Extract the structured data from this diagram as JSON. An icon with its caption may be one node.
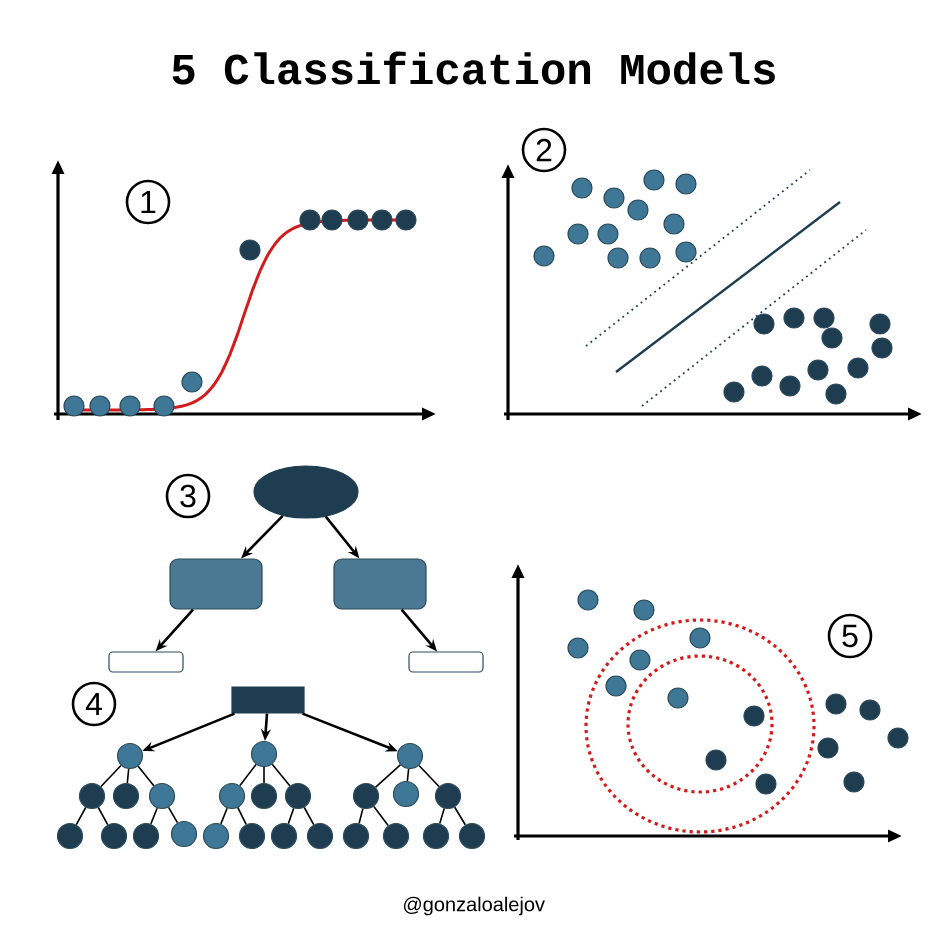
{
  "diagram": {
    "title": "5 Classification Models",
    "nodes": [
      {
        "text": [
          "1"
        ]
      },
      {
        "text": [
          "2"
        ]
      },
      {
        "text": [
          "3"
        ]
      },
      {
        "text": [],
        "shape": "ellipse"
      },
      {
        "text": [],
        "shape": "box"
      },
      {
        "text": [],
        "shape": "box"
      },
      {
        "text": [],
        "shape": "box"
      },
      {
        "text": [],
        "shape": "box"
      },
      {
        "text": [
          "4"
        ]
      },
      {
        "text": [],
        "shape": "box"
      },
      {
        "text": [],
        "shape": "circle"
      },
      {
        "text": [],
        "shape": "circle"
      },
      {
        "text": [],
        "shape": "circle"
      },
      {
        "text": [],
        "shape": "circle"
      },
      {
        "text": [],
        "shape": "circle"
      },
      {
        "text": [],
        "shape": "circle"
      },
      {
        "text": [],
        "shape": "circle"
      },
      {
        "text": [],
        "shape": "circle"
      },
      {
        "text": [],
        "shape": "circle"
      },
      {
        "text": [],
        "shape": "circle"
      },
      {
        "text": [],
        "shape": "circle"
      },
      {
        "text": [],
        "shape": "circle"
      },
      {
        "text": [],
        "shape": "circle"
      },
      {
        "text": [],
        "shape": "circle"
      },
      {
        "text": [],
        "shape": "circle"
      },
      {
        "text": [],
        "shape": "circle"
      },
      {
        "text": [],
        "shape": "circle"
      },
      {
        "text": [],
        "shape": "circle"
      },
      {
        "text": [],
        "shape": "circle"
      },
      {
        "text": [],
        "shape": "circle"
      },
      {
        "text": [],
        "shape": "circle"
      },
      {
        "text": [],
        "shape": "circle"
      },
      {
        "text": [],
        "shape": "circle"
      },
      {
        "text": [],
        "shape": "circle"
      },
      {
        "text": [
          "5"
        ]
      }
    ],
    "edges": [
      {
        "from": 3,
        "to": 4,
        "arrow": "to"
      },
      {
        "from": 3,
        "to": 5,
        "arrow": "to"
      },
      {
        "from": 4,
        "to": 6,
        "arrow": "to"
      },
      {
        "from": 5,
        "to": 7,
        "arrow": "to"
      },
      {
        "from": 9,
        "to": 10,
        "arrow": "to"
      },
      {
        "from": 9,
        "to": 11,
        "arrow": "to"
      },
      {
        "from": 9,
        "to": 12,
        "arrow": "to"
      },
      {
        "from": 10,
        "to": 13,
        "arrow": "none"
      },
      {
        "from": 10,
        "to": 14,
        "arrow": "none"
      },
      {
        "from": 10,
        "to": 15,
        "arrow": "none"
      },
      {
        "from": 13,
        "to": 16,
        "arrow": "none"
      },
      {
        "from": 13,
        "to": 17,
        "arrow": "none"
      },
      {
        "from": 15,
        "to": 18,
        "arrow": "none"
      },
      {
        "from": 15,
        "to": 19,
        "arrow": "none"
      },
      {
        "from": 11,
        "to": 20,
        "arrow": "none"
      },
      {
        "from": 11,
        "to": 21,
        "arrow": "none"
      },
      {
        "from": 11,
        "to": 22,
        "arrow": "none"
      },
      {
        "from": 20,
        "to": 23,
        "arrow": "none"
      },
      {
        "from": 20,
        "to": 24,
        "arrow": "none"
      },
      {
        "from": 22,
        "to": 25,
        "arrow": "none"
      },
      {
        "from": 22,
        "to": 26,
        "arrow": "none"
      },
      {
        "from": 12,
        "to": 27,
        "arrow": "none"
      },
      {
        "from": 12,
        "to": 28,
        "arrow": "none"
      },
      {
        "from": 12,
        "to": 29,
        "arrow": "none"
      },
      {
        "from": 27,
        "to": 30,
        "arrow": "none"
      },
      {
        "from": 27,
        "to": 31,
        "arrow": "none"
      },
      {
        "from": 29,
        "to": 32,
        "arrow": "none"
      },
      {
        "from": 29,
        "to": 33,
        "arrow": "none"
      }
    ],
    "labels": [
      "@gonzaloalejov"
    ]
  }
}
